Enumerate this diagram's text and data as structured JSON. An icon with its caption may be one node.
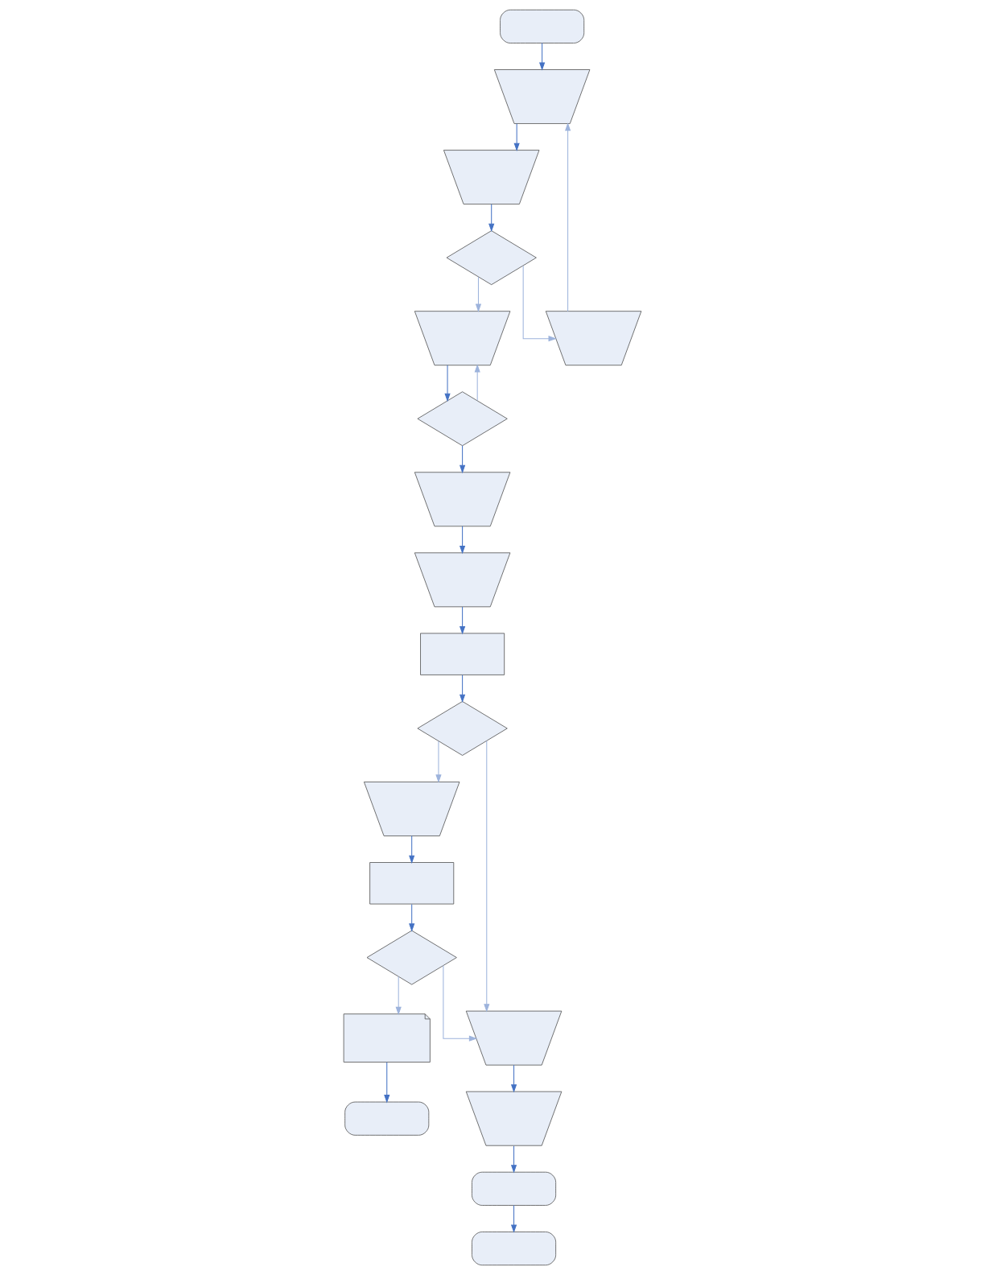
{
  "diagram": {
    "nodes": [
      {
        "text": [],
        "shape": "stadium"
      },
      {
        "text": [],
        "shape": "trapezoid"
      },
      {
        "text": [],
        "shape": "trapezoid"
      },
      {
        "text": [],
        "shape": "trapezoid"
      },
      {
        "text": [],
        "shape": "trapezoid"
      },
      {
        "text": [],
        "shape": "diamond"
      },
      {
        "text": [],
        "shape": "diamond"
      },
      {
        "text": [],
        "shape": "trapezoid"
      },
      {
        "text": [],
        "shape": "trapezoid"
      },
      {
        "text": [],
        "shape": "trapezoid"
      },
      {
        "text": [],
        "shape": "box"
      },
      {
        "text": [],
        "shape": "box"
      },
      {
        "text": [],
        "shape": "diamond"
      },
      {
        "text": [],
        "shape": "diamond"
      },
      {
        "text": [],
        "shape": "trapezoid"
      },
      {
        "text": [],
        "shape": "document"
      },
      {
        "text": [],
        "shape": "trapezoid"
      },
      {
        "text": [],
        "shape": "stadium"
      },
      {
        "text": [],
        "shape": "stadium"
      },
      {
        "text": [],
        "shape": "stadium"
      }
    ],
    "edges": [
      {
        "from": 0,
        "to": 1,
        "arrow": "to"
      },
      {
        "from": 1,
        "to": 2,
        "arrow": "to"
      },
      {
        "from": 2,
        "to": 5,
        "arrow": "to"
      },
      {
        "from": 5,
        "to": 4,
        "arrow": "to",
        "color": "#9db3dc"
      },
      {
        "from": 5,
        "to": 3,
        "arrow": "to",
        "color": "#9db3dc"
      },
      {
        "from": 3,
        "to": 1,
        "arrow": "to",
        "color": "#9db3dc"
      },
      {
        "from": 4,
        "to": 6,
        "arrow": "to"
      },
      {
        "from": 6,
        "to": 4,
        "arrow": "to",
        "color": "#9db3dc"
      },
      {
        "from": 6,
        "to": 7,
        "arrow": "to"
      },
      {
        "from": 7,
        "to": 9,
        "arrow": "to"
      },
      {
        "from": 9,
        "to": 11,
        "arrow": "to"
      },
      {
        "from": 11,
        "to": 13,
        "arrow": "to"
      },
      {
        "from": 13,
        "to": 8,
        "arrow": "to",
        "color": "#9db3dc"
      },
      {
        "from": 8,
        "to": 10,
        "arrow": "to"
      },
      {
        "from": 10,
        "to": 12,
        "arrow": "to"
      },
      {
        "from": 13,
        "to": 14,
        "arrow": "to",
        "color": "#9db3dc"
      },
      {
        "from": 12,
        "to": 14,
        "arrow": "to",
        "color": "#9db3dc"
      },
      {
        "from": 12,
        "to": 15,
        "arrow": "to",
        "color": "#9db3dc"
      },
      {
        "from": 15,
        "to": 17,
        "arrow": "to"
      },
      {
        "from": 14,
        "to": 16,
        "arrow": "to"
      },
      {
        "from": 16,
        "to": 18,
        "arrow": "to"
      },
      {
        "from": 18,
        "to": 19,
        "arrow": "to"
      }
    ]
  }
}
